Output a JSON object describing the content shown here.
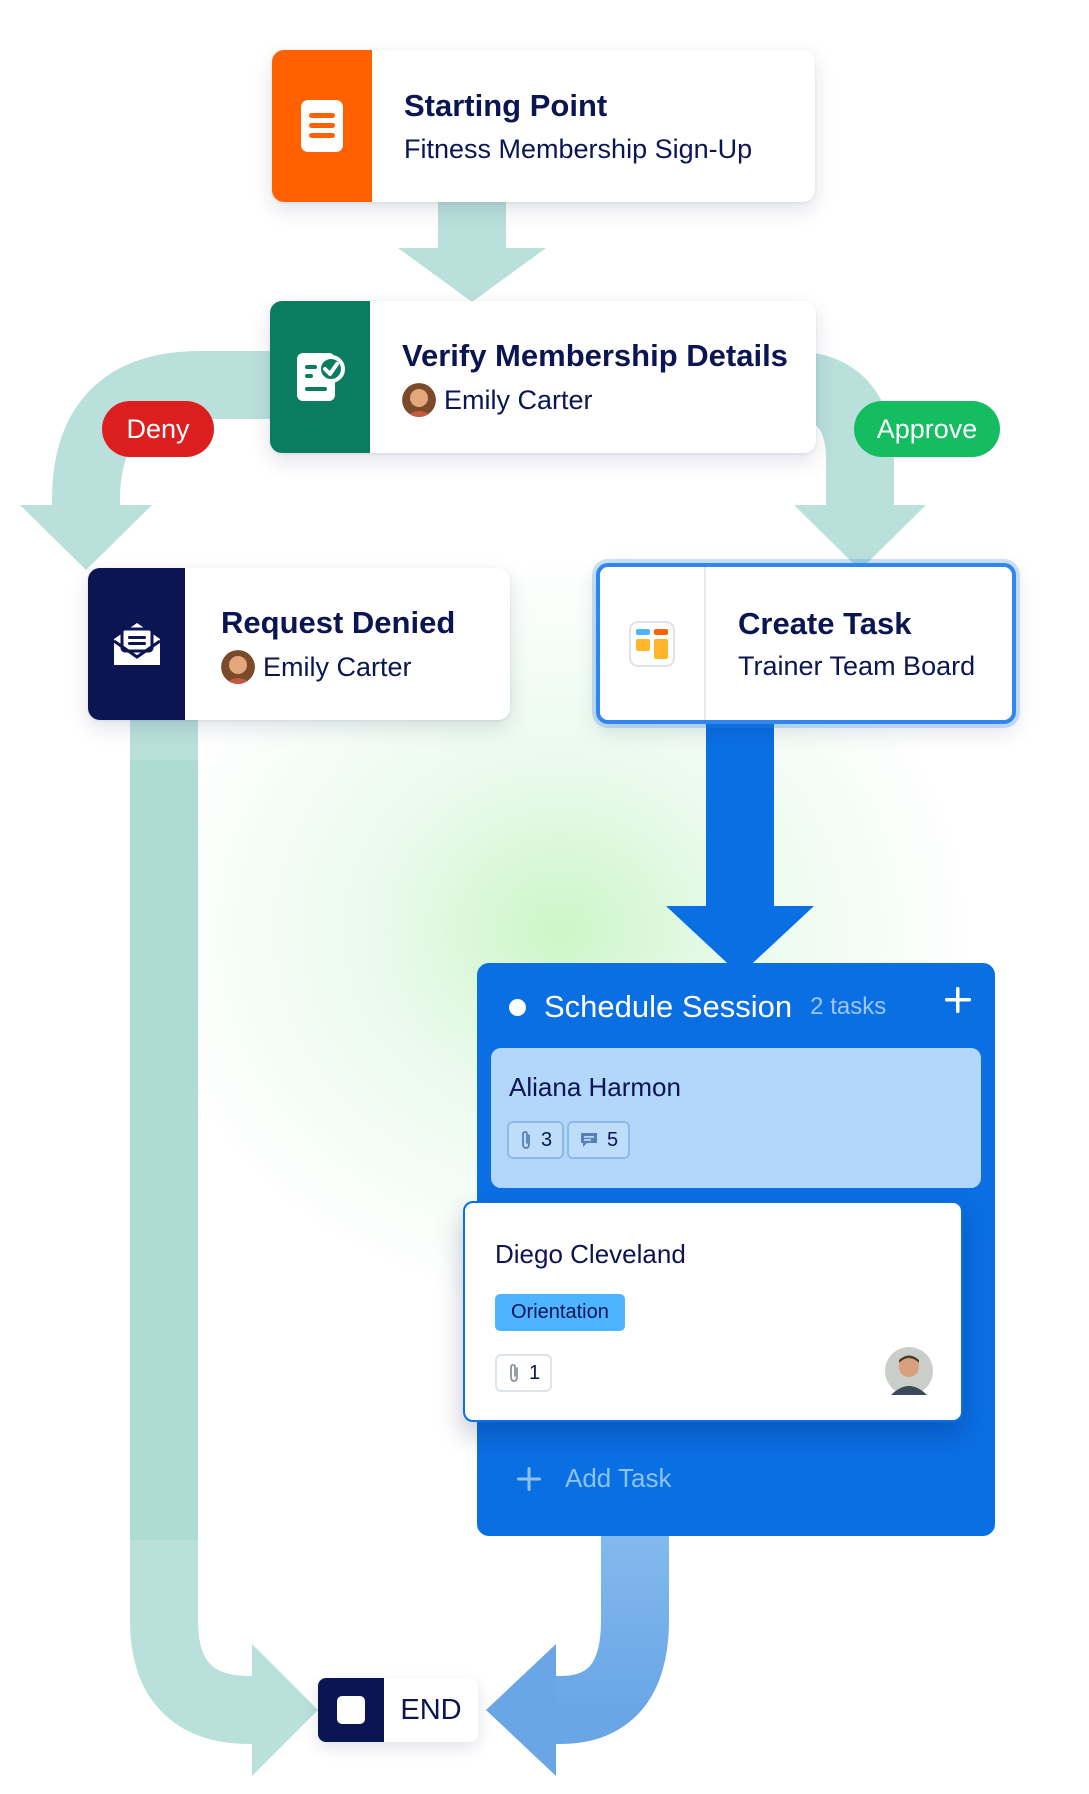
{
  "colors": {
    "start_accent": "#ff6100",
    "verify_accent": "#0a7d61",
    "denied_accent": "#0a1551",
    "deny_pill": "#dc1e1e",
    "approve_pill": "#13bd60",
    "panel": "#0a6fe3",
    "flow_light": "#b9e0da",
    "flow_blue": "#0a6fe3"
  },
  "start": {
    "title": "Starting Point",
    "subtitle": "Fitness Membership Sign-Up",
    "icon": "form-icon"
  },
  "verify": {
    "title": "Verify Membership Details",
    "assignee": "Emily Carter",
    "icon": "approval-icon"
  },
  "deny": {
    "label": "Deny"
  },
  "approve": {
    "label": "Approve"
  },
  "denied": {
    "title": "Request Denied",
    "assignee": "Emily Carter",
    "icon": "email-icon"
  },
  "create_task": {
    "title": "Create Task",
    "subtitle": "Trainer Team Board",
    "icon": "board-icon"
  },
  "board": {
    "title": "Schedule Session",
    "count": "2 tasks",
    "add_task": "Add Task",
    "tasks": [
      {
        "name": "Aliana Harmon",
        "attachments": "3",
        "comments": "5"
      },
      {
        "name": "Diego Cleveland",
        "tag": "Orientation",
        "attachments": "1"
      }
    ]
  },
  "end": {
    "label": "END"
  }
}
